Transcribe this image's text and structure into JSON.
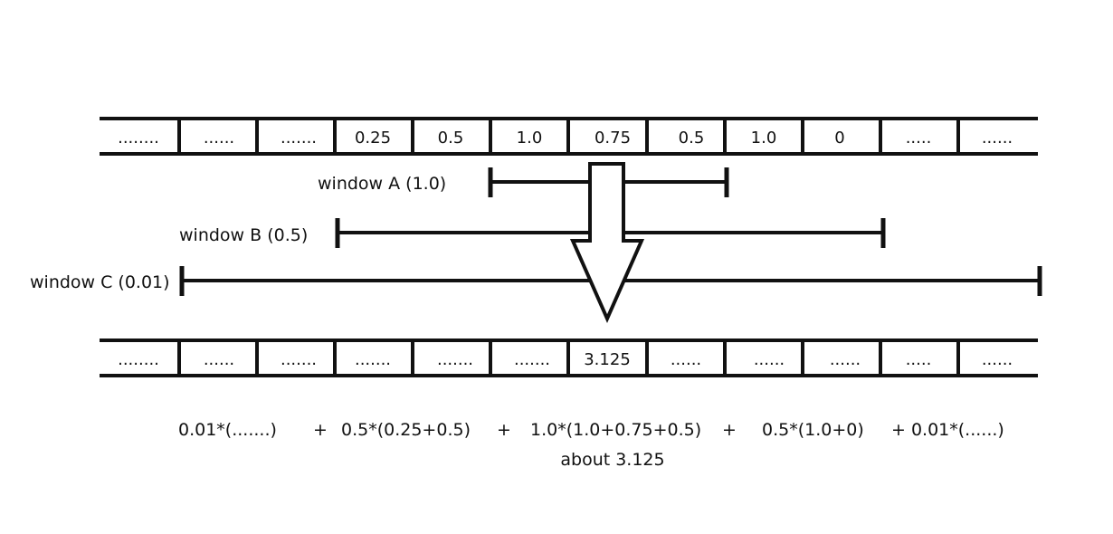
{
  "top_array": {
    "cells": [
      "........",
      "......",
      ".......",
      "0.25",
      "0.5",
      "1.0",
      "0.75",
      "0.5",
      "1.0",
      "0",
      ".....",
      "......"
    ]
  },
  "windows": [
    {
      "label": "window A (1.0)"
    },
    {
      "label": "window B (0.5)"
    },
    {
      "label": "window C (0.01)"
    }
  ],
  "bottom_array": {
    "cells": [
      "........",
      "......",
      ".......",
      ".......",
      ".......",
      ".......",
      "3.125",
      "......",
      "......",
      "......",
      ".....",
      "......"
    ]
  },
  "formula": {
    "terms": [
      "0.01*(.......)",
      "+",
      "0.5*(0.25+0.5)",
      "+",
      "1.0*(1.0+0.75+0.5)",
      "+",
      "0.5*(1.0+0)",
      "+ 0.01*(......)"
    ],
    "result": "about 3.125"
  },
  "colors": {
    "stroke": "#111111",
    "background": "#ffffff",
    "arrow_fill": "#ffffff"
  },
  "icons": {
    "arrow": "down-arrow-icon"
  }
}
